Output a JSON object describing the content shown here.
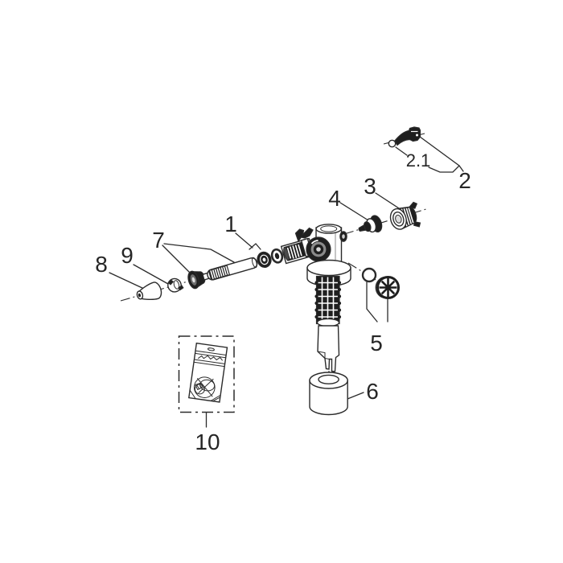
{
  "figure": {
    "type": "exploded-parts-diagram",
    "subject": "fill-valve assembly",
    "background_color": "#ffffff",
    "line_color": "#2b2b2b",
    "dark_fill_color": "#1f1f1f"
  },
  "parts": [
    {
      "id": "1",
      "label": "1",
      "name": "nut-and-washer-pair-icon"
    },
    {
      "id": "2",
      "label": "2",
      "name": "lever-assembly-icon"
    },
    {
      "id": "2.1",
      "label": "2.1",
      "name": "lever-arm-icon"
    },
    {
      "id": "3",
      "label": "3",
      "name": "knurled-nut-icon"
    },
    {
      "id": "4",
      "label": "4",
      "name": "valve-seal-plug-icon"
    },
    {
      "id": "5",
      "label": "5",
      "name": "o-ring-and-wheel-icon"
    },
    {
      "id": "6",
      "label": "6",
      "name": "cylinder-sleeve-icon"
    },
    {
      "id": "7",
      "label": "7",
      "name": "threaded-rod-and-bushing-icon"
    },
    {
      "id": "8",
      "label": "8",
      "name": "cone-nozzle-icon"
    },
    {
      "id": "9",
      "label": "9",
      "name": "hex-nut-icon"
    },
    {
      "id": "10",
      "label": "10",
      "name": "spare-parts-bag-icon"
    }
  ]
}
